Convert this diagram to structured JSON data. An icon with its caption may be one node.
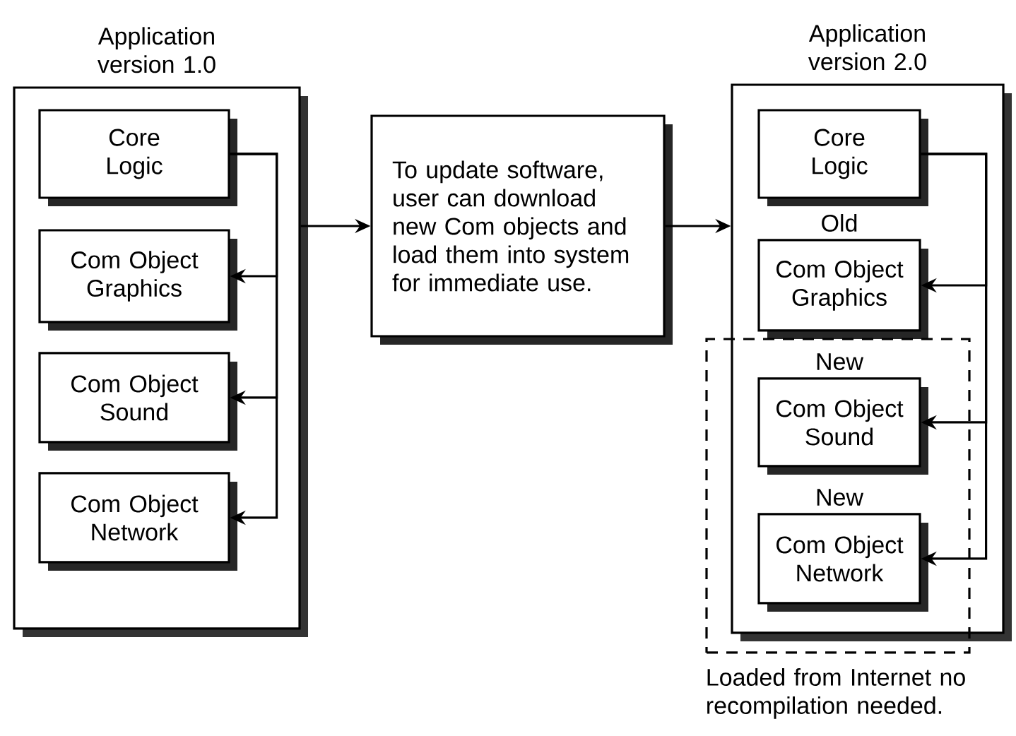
{
  "diagram": {
    "nodes": [
      {
        "text": [
          "Application version 1.0"
        ]
      },
      {
        "text": [
          "Core Logic"
        ],
        "in": 0
      },
      {
        "text": [
          "Com Object Graphics"
        ],
        "in": 0
      },
      {
        "text": [
          "Com Object Sound"
        ],
        "in": 0
      },
      {
        "text": [
          "Com Object Network"
        ],
        "in": 0
      },
      {
        "text": [
          "To update software, user can download new Com objects and load them into system for immediate use."
        ]
      },
      {
        "text": [
          "Application version 2.0"
        ]
      },
      {
        "text": [
          "Core Logic"
        ],
        "in": 6
      },
      {
        "text": [
          "Com Object Graphics"
        ],
        "in": 6,
        "beside": [
          "Old"
        ]
      },
      {
        "text": [
          "Loaded from Internet no recompilation needed."
        ]
      },
      {
        "text": [
          "Com Object Sound"
        ],
        "in": 9,
        "beside": [
          "New"
        ]
      },
      {
        "text": [
          "Com Object Network"
        ],
        "in": 9,
        "beside": [
          "New"
        ]
      }
    ],
    "edges": [
      {
        "from": 1,
        "to": 2,
        "arrow": "to"
      },
      {
        "from": 1,
        "to": 3,
        "arrow": "to"
      },
      {
        "from": 1,
        "to": 4,
        "arrow": "to"
      },
      {
        "from": 0,
        "to": 5,
        "arrow": "to"
      },
      {
        "from": 5,
        "to": 6,
        "arrow": "to"
      },
      {
        "from": 7,
        "to": 8,
        "arrow": "to"
      },
      {
        "from": 7,
        "to": 10,
        "arrow": "to"
      },
      {
        "from": 7,
        "to": 11,
        "arrow": "to"
      }
    ]
  }
}
